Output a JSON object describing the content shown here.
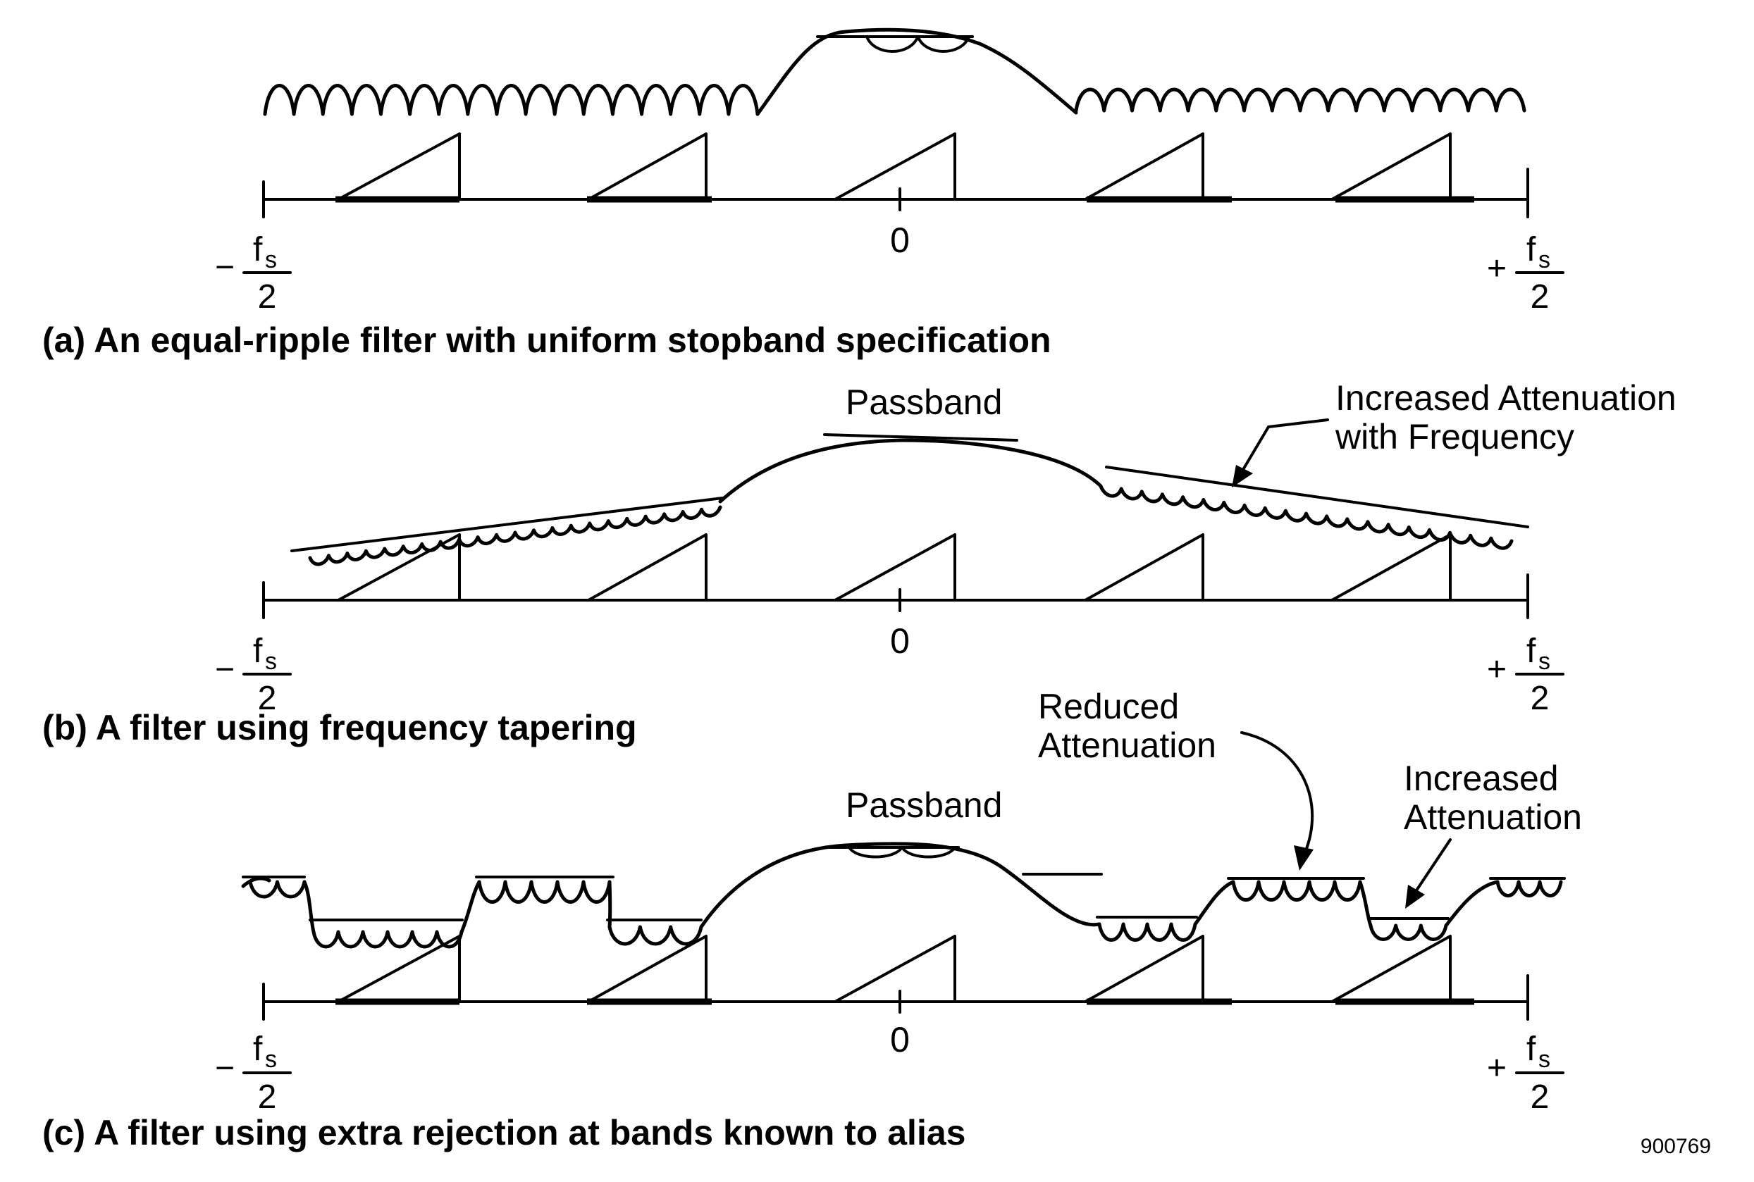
{
  "panels": [
    {
      "id": "a",
      "caption": "(a) An equal-ripple filter with uniform stopband specification",
      "zero_label": "0",
      "left_sign": "−",
      "right_sign": "+",
      "fs_numerator": "f",
      "fs_subscript": "s",
      "fs_denominator": "2",
      "annotations": []
    },
    {
      "id": "b",
      "caption": "(b) A filter using frequency tapering",
      "zero_label": "0",
      "left_sign": "−",
      "right_sign": "+",
      "fs_numerator": "f",
      "fs_subscript": "s",
      "fs_denominator": "2",
      "annotations": [
        {
          "lines": [
            "Passband"
          ]
        },
        {
          "lines": [
            "Increased Attenuation",
            "with Frequency"
          ]
        }
      ]
    },
    {
      "id": "c",
      "caption": "(c) A filter using extra rejection at bands known to alias",
      "zero_label": "0",
      "left_sign": "−",
      "right_sign": "+",
      "fs_numerator": "f",
      "fs_subscript": "s",
      "fs_denominator": "2",
      "annotations": [
        {
          "lines": [
            "Passband"
          ]
        },
        {
          "lines": [
            "Reduced",
            "Attenuation"
          ]
        },
        {
          "lines": [
            "Increased",
            "Attenuation"
          ]
        }
      ]
    }
  ],
  "figure_number": "900769"
}
